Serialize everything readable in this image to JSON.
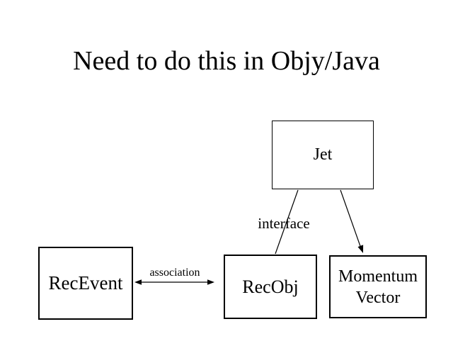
{
  "slide": {
    "title": "Need to do this in Objy/Java",
    "colors": {
      "background": "#ffffff",
      "ink": "#000000"
    }
  },
  "diagram": {
    "nodes": {
      "jet": {
        "label": "Jet"
      },
      "recevent": {
        "label": "RecEvent"
      },
      "recobj": {
        "label": "RecObj"
      },
      "momentum": {
        "label": "Momentum Vector"
      }
    },
    "edges": {
      "jet_recobj": {
        "from": "Jet",
        "to": "RecObj",
        "label": "interface",
        "type": "line"
      },
      "jet_momentum": {
        "from": "Jet",
        "to": "Momentum Vector",
        "type": "arrow"
      },
      "recevent_recobj": {
        "from": "RecEvent",
        "to": "RecObj",
        "label": "association",
        "type": "double-arrow"
      }
    }
  }
}
